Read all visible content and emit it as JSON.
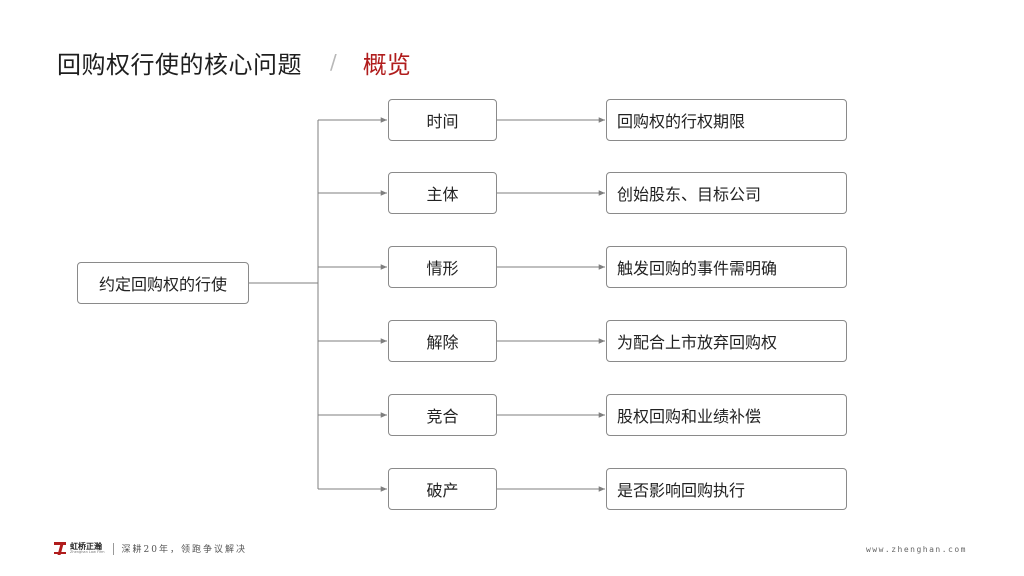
{
  "header": {
    "title": "回购权行使的核心问题",
    "separator": "/",
    "subtitle": "概览"
  },
  "diagram": {
    "root": "约定回购权的行使",
    "branches": [
      {
        "label": "时间",
        "detail": "回购权的行权期限"
      },
      {
        "label": "主体",
        "detail": "创始股东、目标公司"
      },
      {
        "label": "情形",
        "detail": "触发回购的事件需明确"
      },
      {
        "label": "解除",
        "detail": "为配合上市放弃回购权"
      },
      {
        "label": "竞合",
        "detail": "股权回购和业绩补偿"
      },
      {
        "label": "破产",
        "detail": "是否影响回购执行"
      }
    ]
  },
  "footer": {
    "logo_name": "虹桥正瀚",
    "logo_en": "Zhenghan Law Firm",
    "slogan": "深耕20年，领跑争议解决",
    "website": "www.zhenghan.com"
  },
  "colors": {
    "accent": "#b01c1c",
    "node_border": "#8a8a8a",
    "connector": "#7f7f7f"
  }
}
